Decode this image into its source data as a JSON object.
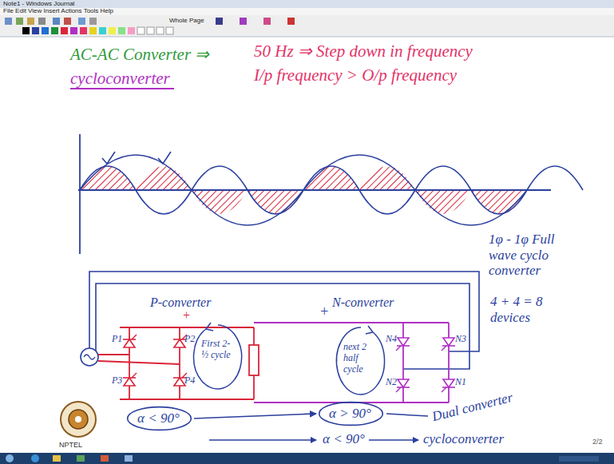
{
  "diagram": {
    "nodes": [
      {
        "text": [
          "α < 90°"
        ]
      },
      {
        "text": [
          "α > 90°"
        ]
      }
    ],
    "edges": [
      {
        "from": 0,
        "to": 1,
        "arrow": "to"
      }
    ],
    "labels": [
      "Note1 - Windows Journal",
      "File Edit View Insert Actions Tools Help",
      "Whole Page",
      "AC-AC Converter ⇒",
      "cycloconverter",
      "50 Hz ⇒ Step down in frequency",
      "I/p frequency > O/p frequency",
      "1φ - 1φ Full wave cyclo converter",
      "4 + 4 = 8 devices",
      "P-converter",
      "+",
      "N-converter",
      "+",
      "−",
      "P1",
      "P2",
      "P3",
      "P4",
      "N4",
      "N3",
      "N2",
      "N1",
      "First 2-½ cycle",
      "next 2 half cycle",
      "Dual converter",
      "α < 90°",
      "cycloconverter",
      "NPTEL",
      "2/2"
    ]
  }
}
